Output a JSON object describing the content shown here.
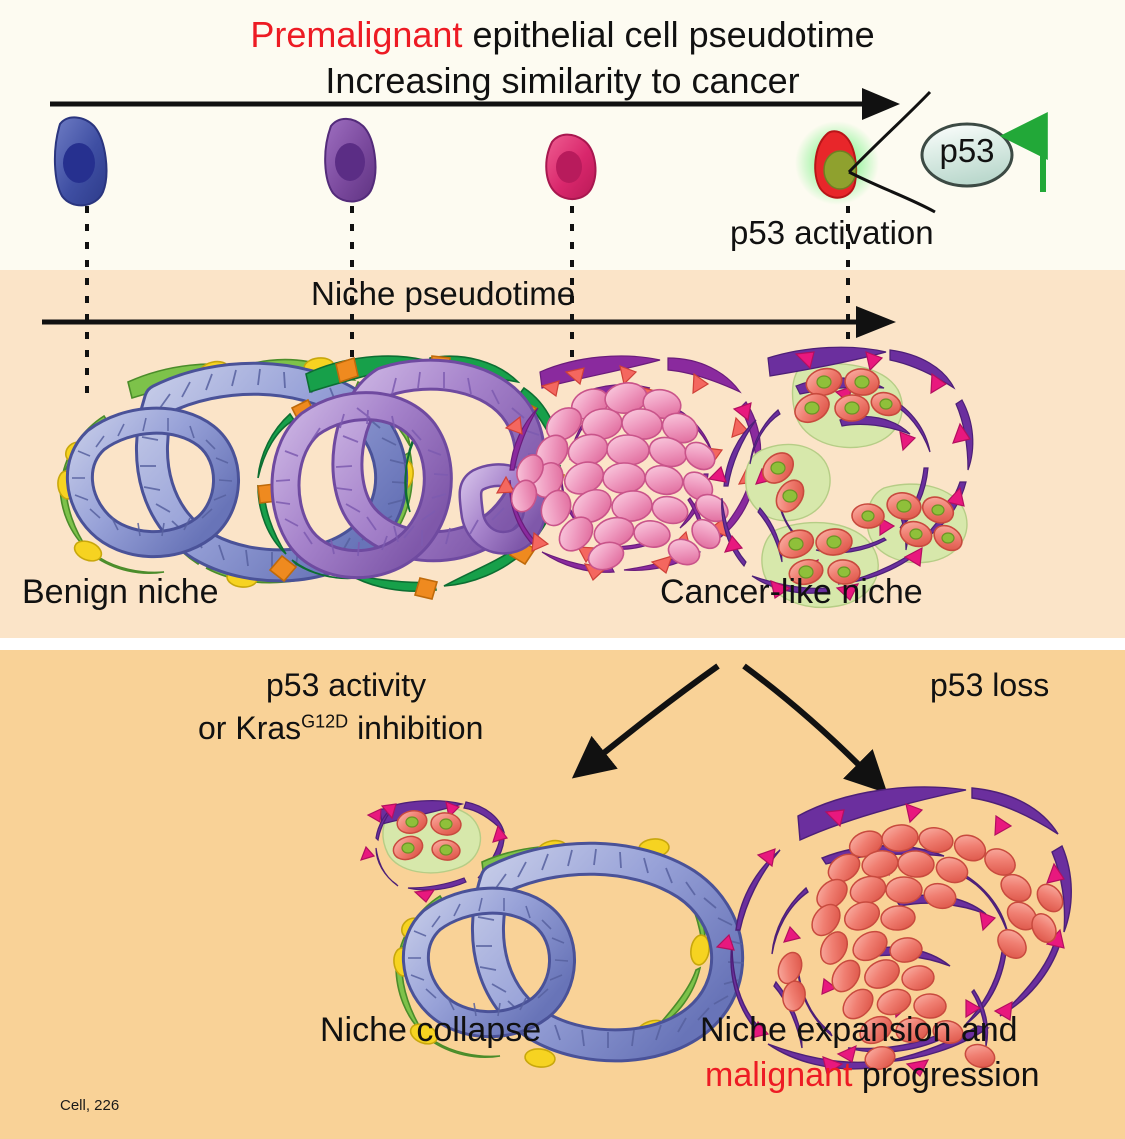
{
  "figure": {
    "domain": "diagram",
    "citation": "Cell, 226",
    "bands": [
      {
        "name": "epithelial-pseudotime-band",
        "bg": "#fdfbf1"
      },
      {
        "name": "niche-pseudotime-band",
        "bg": "#fbe4c8"
      },
      {
        "name": "outcome-band",
        "bg": "#f9d297"
      }
    ]
  },
  "top": {
    "title_prefix": "Premalignant",
    "title_rest": " epithelial cell pseudotime",
    "subtitle": "Increasing similarity to cancer",
    "arrow_label": "epithelial-pseudotime-arrow",
    "p53_activation_label": "p53 activation",
    "p53_node_label": "p53",
    "cells": [
      {
        "name": "epithelial-cell-benign",
        "fill": "#3f4fa3",
        "nucleus": "#26308f"
      },
      {
        "name": "epithelial-cell-intermediate",
        "fill": "#7b4a9e",
        "nucleus": "#5b2d85"
      },
      {
        "name": "epithelial-cell-advanced",
        "fill": "#d9276c",
        "nucleus": "#b81b5c"
      },
      {
        "name": "epithelial-cell-p53-activated",
        "fill": "#e8262a",
        "nucleus": "#8fa12e"
      }
    ]
  },
  "middle": {
    "arrow_title": "Niche pseudotime",
    "left_label": "Benign niche",
    "right_label": "Cancer-like niche",
    "niches": [
      {
        "name": "niche-benign",
        "epithelium": "#8a93cf",
        "stroma": "#7dc24a",
        "accent": "#f6d321"
      },
      {
        "name": "niche-early",
        "epithelium": "#9a78c4",
        "stroma": "#17a04a",
        "accent": "#ef8a1f"
      },
      {
        "name": "niche-intermediate",
        "epithelium": "#ef93bc",
        "stroma": "#8a2a9e",
        "accent": "#f4675f"
      },
      {
        "name": "niche-cancer-like",
        "epithelium": "#ef6a5a",
        "stroma": "#6b2f9e",
        "accent": "#e8187e"
      }
    ]
  },
  "bottom": {
    "left_condition_line1": "p53 activity",
    "left_condition_line2_prefix": "or Kras",
    "left_condition_superscript": "G12D",
    "left_condition_line2_suffix": " inhibition",
    "right_condition": "p53 loss",
    "left_outcome": "Niche collapse",
    "right_outcome_line1": "Niche expansion and",
    "right_outcome_malignant": "malignant",
    "right_outcome_suffix": " progression",
    "left_arrow_name": "collapse-arrow",
    "right_arrow_name": "expansion-arrow"
  },
  "colors": {
    "accent_red": "#ed1b24",
    "accent_green": "#22a838",
    "band_top": "#fdfbf1",
    "band_mid": "#fbe4c8",
    "band_bottom": "#f9d297",
    "ink": "#111111"
  }
}
